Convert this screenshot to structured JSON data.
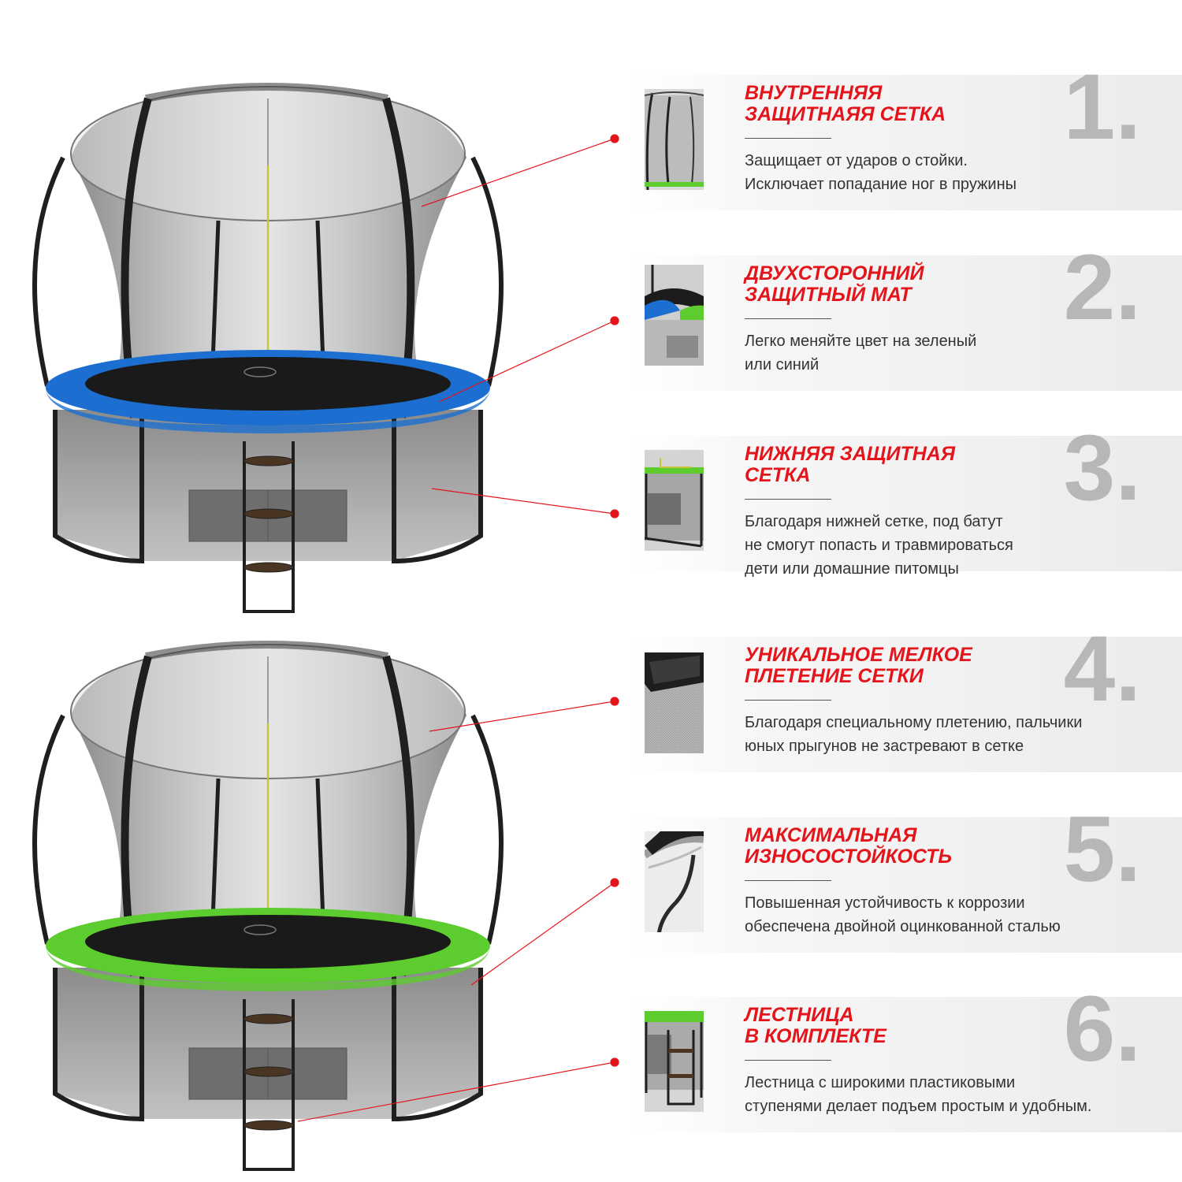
{
  "features": [
    {
      "number": "1.",
      "title": "ВНУТРЕННЯЯ\nЗАЩИТНАЯЯ СЕТКА",
      "description": "Защищает от ударов о стойки.\nИсключает попадание ног в пружины"
    },
    {
      "number": "2.",
      "title": "ДВУХСТОРОННИЙ\nЗАЩИТНЫЙ МАТ",
      "description": "Легко меняйте цвет на зеленый\nили синий"
    },
    {
      "number": "3.",
      "title": "НИЖНЯЯ ЗАЩИТНАЯ\nСЕТКА",
      "description": "Благодаря нижней сетке, под батут\nне смогут попасть и травмироваться\nдети или домашние питомцы"
    },
    {
      "number": "4.",
      "title": "УНИКАЛЬНОЕ МЕЛКОЕ\nПЛЕТЕНИЕ СЕТКИ",
      "description": "Благодаря специальному плетению, пальчики\nюных прыгунов не застревают в сетке"
    },
    {
      "number": "5.",
      "title": "МАКСИМАЛЬНАЯ\nИЗНОСОСТОЙКОСТЬ",
      "description": "Повышенная устойчивость к коррозии\nобеспечена двойной оцинкованной сталью"
    },
    {
      "number": "6.",
      "title": "ЛЕСТНИЦА\nВ КОМПЛЕКТЕ",
      "description": "Лестница с широкими пластиковыми\nступенями делает подъем простым и удобным."
    }
  ],
  "colors": {
    "accent_red": "#e4141b",
    "number_gray": "#b7b7b7",
    "pad_blue": "#1c6fd0",
    "pad_green": "#5ccc2e",
    "frame_dark": "#1f1f1f"
  },
  "trampolines": [
    {
      "name": "trampoline-blue",
      "pad_color": "#1c6fd0"
    },
    {
      "name": "trampoline-green",
      "pad_color": "#5ccc2e"
    }
  ]
}
